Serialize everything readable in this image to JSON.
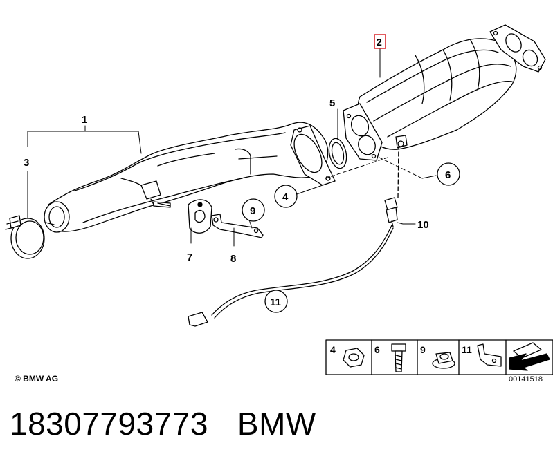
{
  "callouts": {
    "c1": "1",
    "c2": "2",
    "c3": "3",
    "c4": "4",
    "c5": "5",
    "c6": "6",
    "c7": "7",
    "c8": "8",
    "c9": "9",
    "c10": "10",
    "c11": "11"
  },
  "legend": {
    "items": [
      "4",
      "6",
      "9",
      "11"
    ]
  },
  "highlight_color": "#d9262b",
  "copyright": "© BMW AG",
  "drawing_number": "00141518",
  "part_number": "18307793773",
  "brand": "BMW"
}
